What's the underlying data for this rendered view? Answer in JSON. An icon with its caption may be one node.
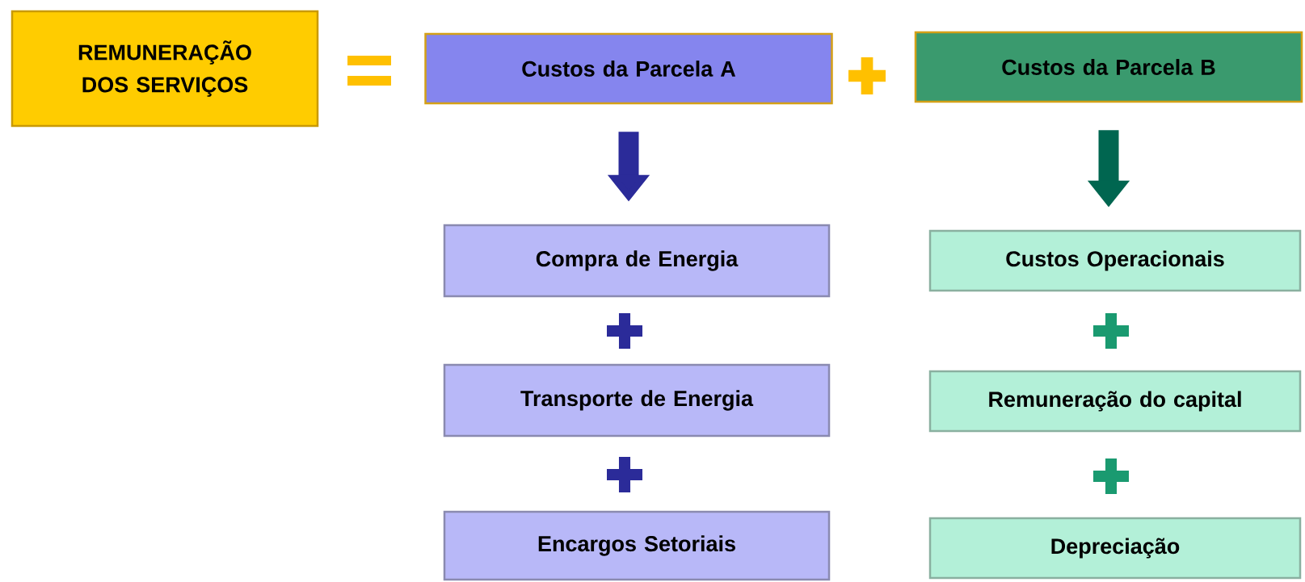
{
  "diagram": {
    "nodes": [
      {
        "text": [
          "REMUNERAÇÃO DOS SERVIÇOS"
        ]
      },
      {
        "text": [
          "Custos da Parcela A"
        ]
      },
      {
        "text": [
          "Custos da Parcela B"
        ]
      },
      {
        "text": [
          "Compra de Energia"
        ]
      },
      {
        "text": [
          "Transporte de Energia"
        ]
      },
      {
        "text": [
          "Encargos Setoriais"
        ]
      },
      {
        "text": [
          "Custos Operacionais"
        ]
      },
      {
        "text": [
          "Remuneração do capital"
        ]
      },
      {
        "text": [
          "Depreciação"
        ]
      }
    ],
    "edges": [
      {
        "from": 1,
        "to": 3,
        "arrow": "to",
        "color": "#2b2b99"
      },
      {
        "from": 2,
        "to": 6,
        "arrow": "to",
        "color": "#006650"
      }
    ]
  }
}
